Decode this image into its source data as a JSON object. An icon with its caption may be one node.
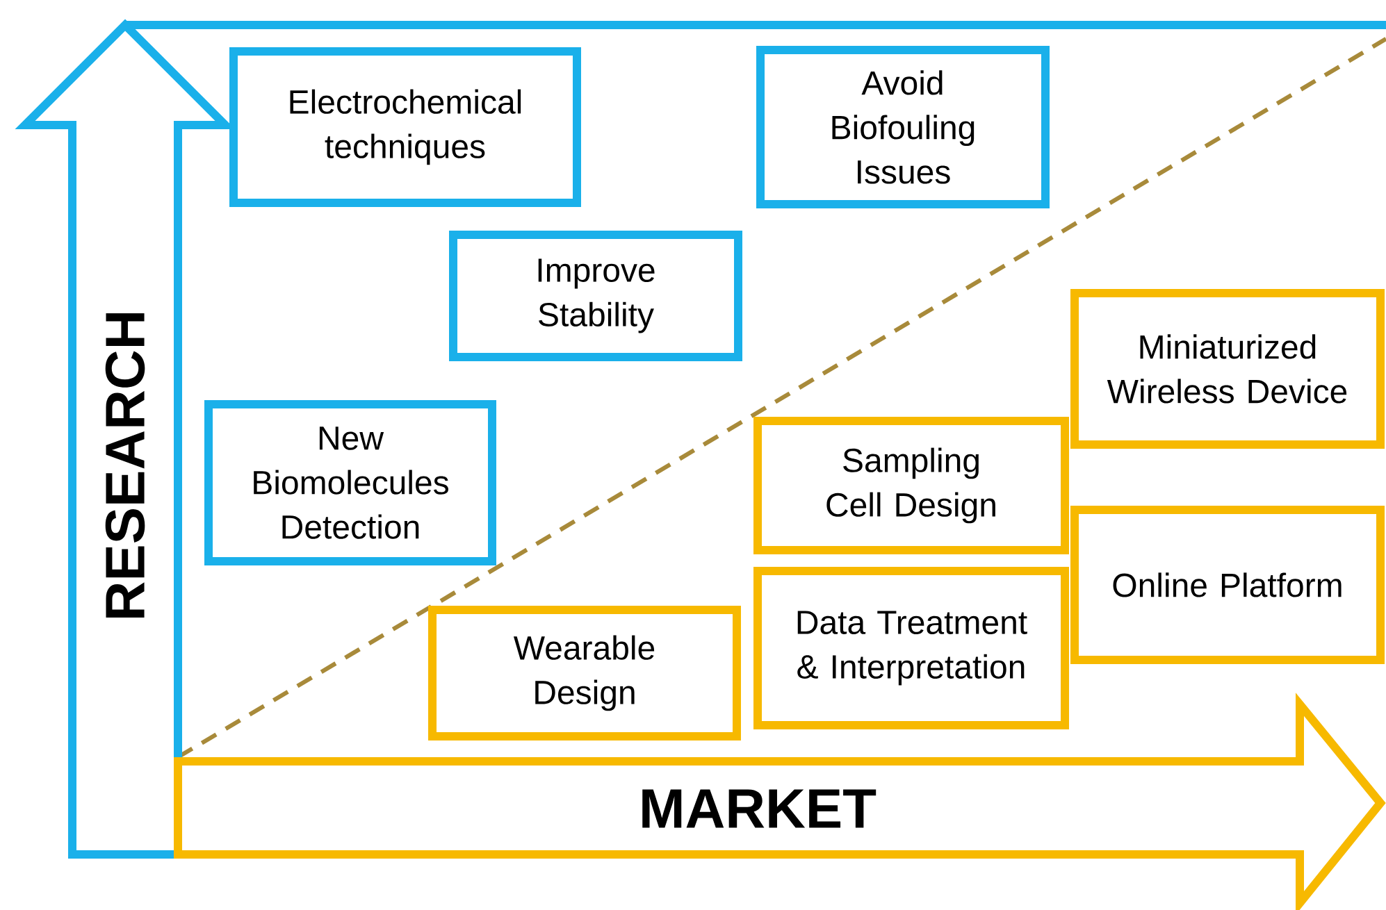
{
  "diagram": {
    "nodes": [
      {
        "text": [
          "Electrochemical techniques"
        ]
      },
      {
        "text": [
          "Avoid Biofouling Issues"
        ]
      },
      {
        "text": [
          "Improve Stability"
        ]
      },
      {
        "text": [
          "New Biomolecules Detection"
        ]
      },
      {
        "text": [
          "Miniaturized Wireless Device"
        ]
      },
      {
        "text": [
          "Sampling Cell Design"
        ]
      },
      {
        "text": [
          "Online Platform"
        ]
      },
      {
        "text": [
          "Data Treatment & Interpretation"
        ]
      },
      {
        "text": [
          "Wearable Design"
        ]
      }
    ],
    "labels": [
      "RESEARCH",
      "MARKET"
    ]
  }
}
